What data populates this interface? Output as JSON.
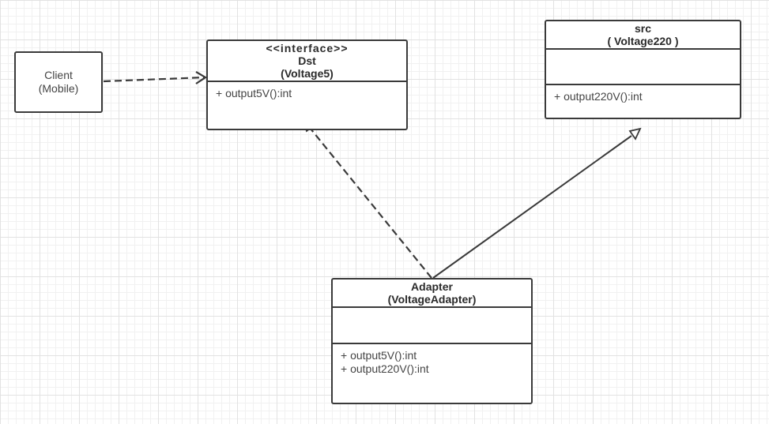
{
  "client": {
    "line1": "Client",
    "line2": "(Mobile)"
  },
  "dst": {
    "stereotype": "<<interface>>",
    "name": "Dst",
    "subtitle": "(Voltage5)",
    "operations": [
      "+ output5V():int"
    ]
  },
  "src": {
    "name": "src",
    "subtitle": "( Voltage220 )",
    "operations": [
      "+ output220V():int"
    ]
  },
  "adapter": {
    "name": "Adapter",
    "subtitle": "(VoltageAdapter)",
    "operations": [
      "+ output5V():int",
      "+ output220V():int"
    ]
  },
  "relations": [
    {
      "from": "client",
      "to": "dst",
      "kind": "dependency"
    },
    {
      "from": "adapter",
      "to": "dst",
      "kind": "realization"
    },
    {
      "from": "adapter",
      "to": "src",
      "kind": "generalization"
    }
  ],
  "colors": {
    "line": "#3a3a3a",
    "text": "#333333"
  }
}
